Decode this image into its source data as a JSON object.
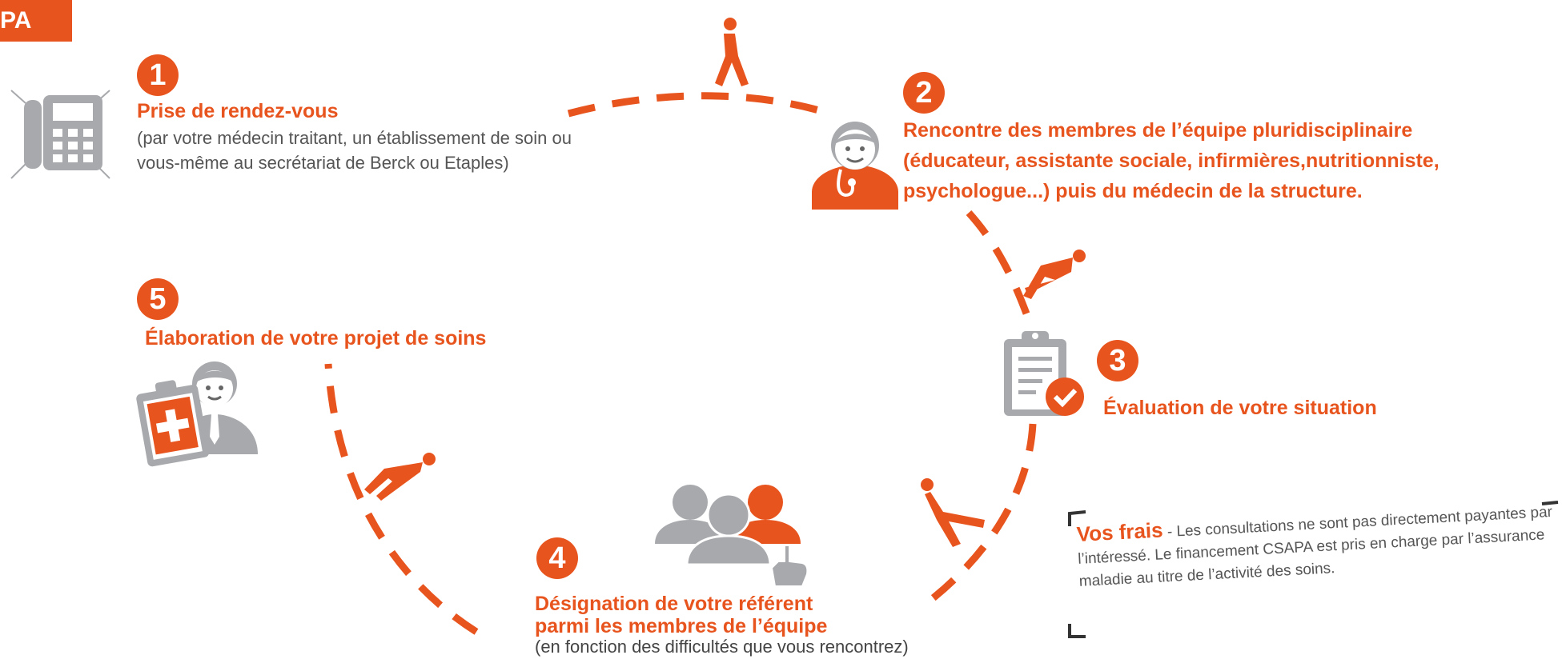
{
  "header_tag": "PA",
  "steps": [
    {
      "number": "1",
      "title": "Prise de rendez-vous",
      "desc_line1": "(par votre médecin traitant, un établissement de soin ou",
      "desc_line2": "vous-même au secrétariat de Berck ou Etaples)"
    },
    {
      "number": "2",
      "title_line1": "Rencontre des membres de l’équipe pluridisciplinaire",
      "title_line2": "(éducateur, assistante sociale, infirmières,nutritionniste,",
      "title_line3": "psychologue...) puis du médecin de la structure."
    },
    {
      "number": "3",
      "title": "Évaluation de votre situation"
    },
    {
      "number": "4",
      "title_line1": "Désignation de votre référent",
      "title_line2": "parmi les membres de l’équipe",
      "desc": "(en fonction des difficultés que vous rencontrez)"
    },
    {
      "number": "5",
      "title": "Élaboration de votre projet de soins"
    }
  ],
  "costs": {
    "title": "Vos frais",
    "text": " - Les consultations ne sont pas directement payantes par l’intéressé. Le financement CSAPA est pris en charge par l’assurance maladie au titre de l’activité des soins."
  },
  "colors": {
    "accent": "#E8541E",
    "gray": "#A7A9AC",
    "text": "#555555"
  },
  "icons": [
    "phone-icon",
    "doctor-icon",
    "clipboard-check-icon",
    "team-icon",
    "care-plan-icon",
    "walker-icon"
  ]
}
